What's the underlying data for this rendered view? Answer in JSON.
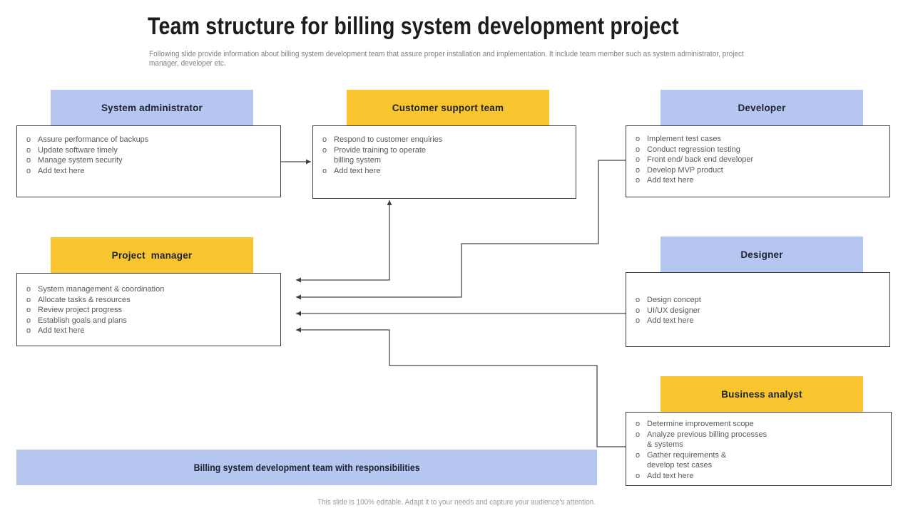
{
  "slide": {
    "title": "Team structure for billing system development project",
    "subtitle": "Following slide provide information about billing system development team that assure proper installation and implementation. It include team member such as system administrator, project\nmanager, developer etc.",
    "banner": "Billing system development team with responsibilities",
    "footer": "This slide is 100% editable. Adapt it to your needs and capture your audience's attention."
  },
  "colors": {
    "blue": "#b5c6f1",
    "yellow": "#f9c52f",
    "border": "#3f3f3f",
    "connector": "#4a4a4a",
    "body_text": "#595959",
    "header_text": "#20242f",
    "title_text": "#1d1d1d",
    "subtitle_text": "#818181",
    "footer_text": "#9b9b9b"
  },
  "boxes": [
    {
      "id": "system-administrator",
      "title": "System administrator",
      "header_color": "blue",
      "bullet": "o",
      "items": [
        "Assure performance of backups",
        "Update software timely",
        "Manage system security",
        "Add text here"
      ]
    },
    {
      "id": "customer-support-team",
      "title": "Customer support team",
      "header_color": "yellow",
      "bullet": "o",
      "items": [
        "Respond to customer enquiries",
        "Provide training to operate\nbilling system",
        "Add text here"
      ]
    },
    {
      "id": "developer",
      "title": "Developer",
      "header_color": "blue",
      "bullet": "o",
      "items": [
        "Implement test cases",
        "Conduct regression testing",
        "Front end/ back end developer",
        "Develop MVP  product",
        "Add text here"
      ]
    },
    {
      "id": "project-manager",
      "title": "Project  manager",
      "header_color": "yellow",
      "bullet": "o",
      "items": [
        "System management & coordination",
        "Allocate tasks & resources",
        "Review project progress",
        "Establish goals and plans",
        "Add text here"
      ]
    },
    {
      "id": "designer",
      "title": "Designer",
      "header_color": "blue",
      "bullet": "o",
      "items": [
        "Design concept",
        "UI/UX designer",
        "Add text here"
      ]
    },
    {
      "id": "business-analyst",
      "title": "Business analyst",
      "header_color": "yellow",
      "bullet": "o",
      "items": [
        "Determine improvement scope",
        "Analyze  previous billing processes\n& systems",
        "Gather requirements &\ndevelop test cases",
        "Add text here"
      ]
    }
  ],
  "connections": [
    {
      "from": "system-administrator",
      "to": "customer-support-team",
      "arrows": "end"
    },
    {
      "from": "project-manager",
      "to": "customer-support-team",
      "arrows": "both"
    },
    {
      "from": "developer",
      "to": "project-manager",
      "arrows": "end"
    },
    {
      "from": "designer",
      "to": "project-manager",
      "arrows": "end"
    },
    {
      "from": "business-analyst",
      "to": "project-manager",
      "arrows": "end"
    }
  ]
}
